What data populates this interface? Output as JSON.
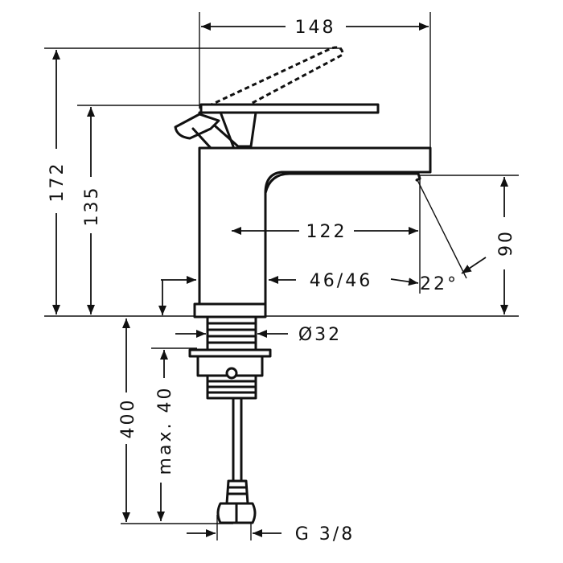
{
  "dimensions": {
    "overall_width": "148",
    "overall_height": "172",
    "body_height": "135",
    "spout_reach": "122",
    "spout_height": "90",
    "body_section": "46/46",
    "angle": "22°",
    "shank_diameter": "Ø32",
    "hose_length": "400",
    "max_thickness": "max. 40",
    "connection": "G 3/8"
  },
  "colors": {
    "line": "#111111",
    "background": "#ffffff"
  }
}
